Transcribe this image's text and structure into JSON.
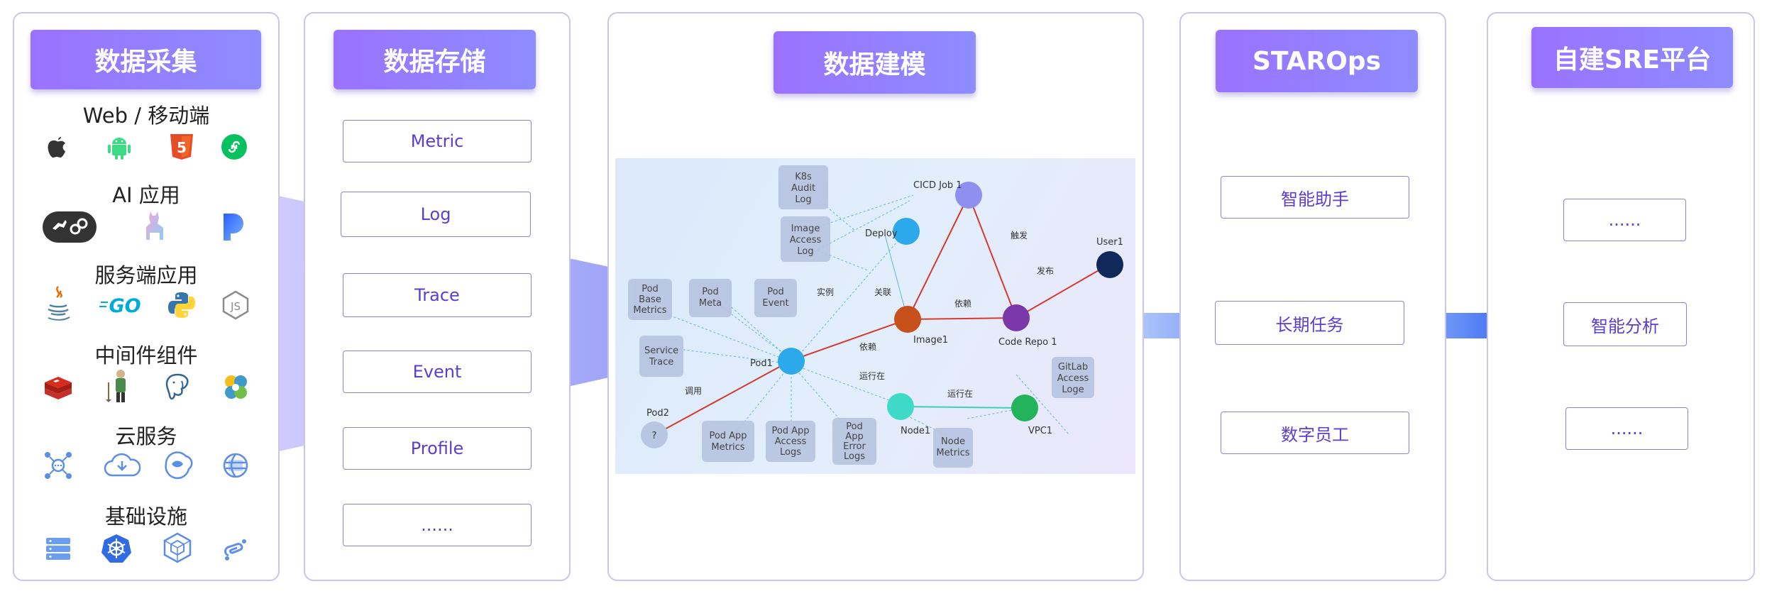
{
  "panels": {
    "collection": {
      "title": "数据采集",
      "categories": [
        {
          "label": "Web / 移动端",
          "icons": [
            "apple-icon",
            "android-icon",
            "html5-icon",
            "miniprogram-icon"
          ]
        },
        {
          "label": "AI 应用",
          "icons": [
            "dify-icon",
            "llama-icon",
            "coze-icon"
          ]
        },
        {
          "label": "服务端应用",
          "icons": [
            "java-icon",
            "go-icon",
            "python-icon",
            "nodejs-icon"
          ]
        },
        {
          "label": "中间件组件",
          "icons": [
            "redis-icon",
            "tomcat-icon",
            "postgresql-icon",
            "kafka-icon"
          ]
        },
        {
          "label": "云服务",
          "icons": [
            "cloud-network-icon",
            "cloud-compute-icon",
            "cloud-database-icon",
            "cloud-storage-icon"
          ]
        },
        {
          "label": "基础设施",
          "icons": [
            "server-icon",
            "kubernetes-icon",
            "container-icon",
            "network-link-icon"
          ]
        }
      ]
    },
    "storage": {
      "title": "数据存储",
      "items": [
        "Metric",
        "Log",
        "Trace",
        "Event",
        "Profile",
        "......"
      ]
    },
    "modeling": {
      "title": "数据建模",
      "graph": {
        "nodes": [
          {
            "id": "cicd",
            "label": "CICD Job 1",
            "color": "#8f8ff0"
          },
          {
            "id": "deploy",
            "label": "Deploy",
            "color": "#2ba9ea"
          },
          {
            "id": "user1",
            "label": "User1",
            "color": "#0f2a5a"
          },
          {
            "id": "image1",
            "label": "Image1",
            "color": "#c8501a"
          },
          {
            "id": "coderepo",
            "label": "Code Repo 1",
            "color": "#7a38a8"
          },
          {
            "id": "pod1",
            "label": "Pod1",
            "color": "#2ba9ea"
          },
          {
            "id": "pod2",
            "label": "Pod2",
            "color": "#b8c6e2"
          },
          {
            "id": "node1",
            "label": "Node1",
            "color": "#3fd9c8"
          },
          {
            "id": "vpc1",
            "label": "VPC1",
            "color": "#22b35b"
          }
        ],
        "boxes": [
          [
            "K8s",
            "Audit",
            "Log"
          ],
          [
            "Image",
            "Access",
            "Log"
          ],
          [
            "Pod",
            "Base",
            "Metrics"
          ],
          [
            "Pod",
            "Meta"
          ],
          [
            "Pod",
            "Event"
          ],
          [
            "Service",
            "Trace"
          ],
          [
            "Pod App",
            "Metrics"
          ],
          [
            "Pod App",
            "Access",
            "Logs"
          ],
          [
            "Pod",
            "App",
            "Error",
            "Logs"
          ],
          [
            "Node",
            "Metrics"
          ],
          [
            "GitLab",
            "Access",
            "Loge"
          ]
        ],
        "edge_labels": [
          "触发",
          "发布",
          "实例",
          "关联",
          "依赖",
          "依赖",
          "调用",
          "运行在",
          "运行在"
        ],
        "pod2_glyph": "?"
      }
    },
    "starops": {
      "title": "STAROps",
      "items": [
        "智能助手",
        "长期任务",
        "数字员工"
      ]
    },
    "sre": {
      "title": "自建SRE平台",
      "items": [
        "......",
        "智能分析",
        "......"
      ]
    }
  },
  "colors": {
    "header_start": "#9a72ff",
    "header_end": "#8e8cff",
    "box_text": "#5b3ecf",
    "panel_border": "#c9c6ea",
    "arrow": "#5a86f5",
    "red_edge": "#d63a2f"
  }
}
